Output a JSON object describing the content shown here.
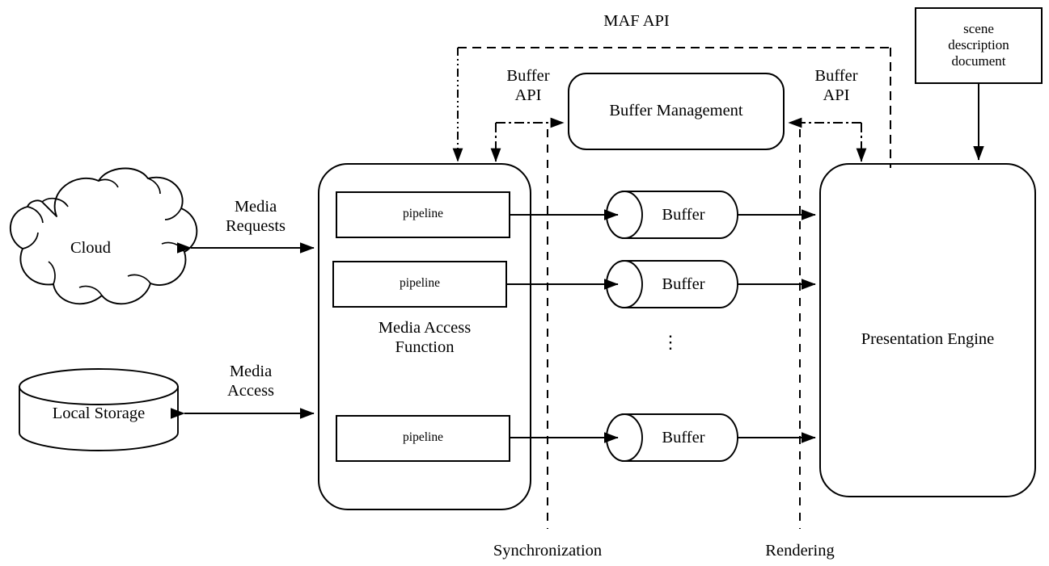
{
  "diagram": {
    "title": "MAF API architecture",
    "stroke_color": "#000000",
    "background_color": "#ffffff"
  },
  "nodes": {
    "cloud": {
      "label": "Cloud",
      "shape": "cloud"
    },
    "local_storage": {
      "label": "Local Storage",
      "shape": "cylinder-vertical"
    },
    "media_access_function": {
      "label": "Media Access\nFunction",
      "shape": "rounded-rect"
    },
    "buffer_management": {
      "label": "Buffer Management",
      "shape": "rounded-rect"
    },
    "presentation_engine": {
      "label": "Presentation Engine",
      "shape": "rounded-rect"
    },
    "scene_description_document": {
      "label": "scene\ndescription\ndocument",
      "shape": "rect"
    }
  },
  "pipelines": [
    {
      "label": "pipeline"
    },
    {
      "label": "pipeline"
    },
    {
      "label": "pipeline"
    }
  ],
  "buffers": [
    {
      "label": "Buffer"
    },
    {
      "label": "Buffer"
    },
    {
      "label": "Buffer"
    }
  ],
  "ellipsis": {
    "label": "⋮"
  },
  "edge_labels": {
    "media_requests": "Media\nRequests",
    "media_access": "Media\nAccess",
    "maf_api": "MAF API",
    "buffer_api_left": "Buffer\nAPI",
    "buffer_api_right": "Buffer\nAPI"
  },
  "boundary_labels": {
    "synchronization": "Synchronization",
    "rendering": "Rendering"
  },
  "line_styles": {
    "solid": "solid",
    "maf_api": "dashed",
    "buffer_api": "dash-dot",
    "maf_api_drop": "dash-dot-dot",
    "boundary": "dashed"
  }
}
